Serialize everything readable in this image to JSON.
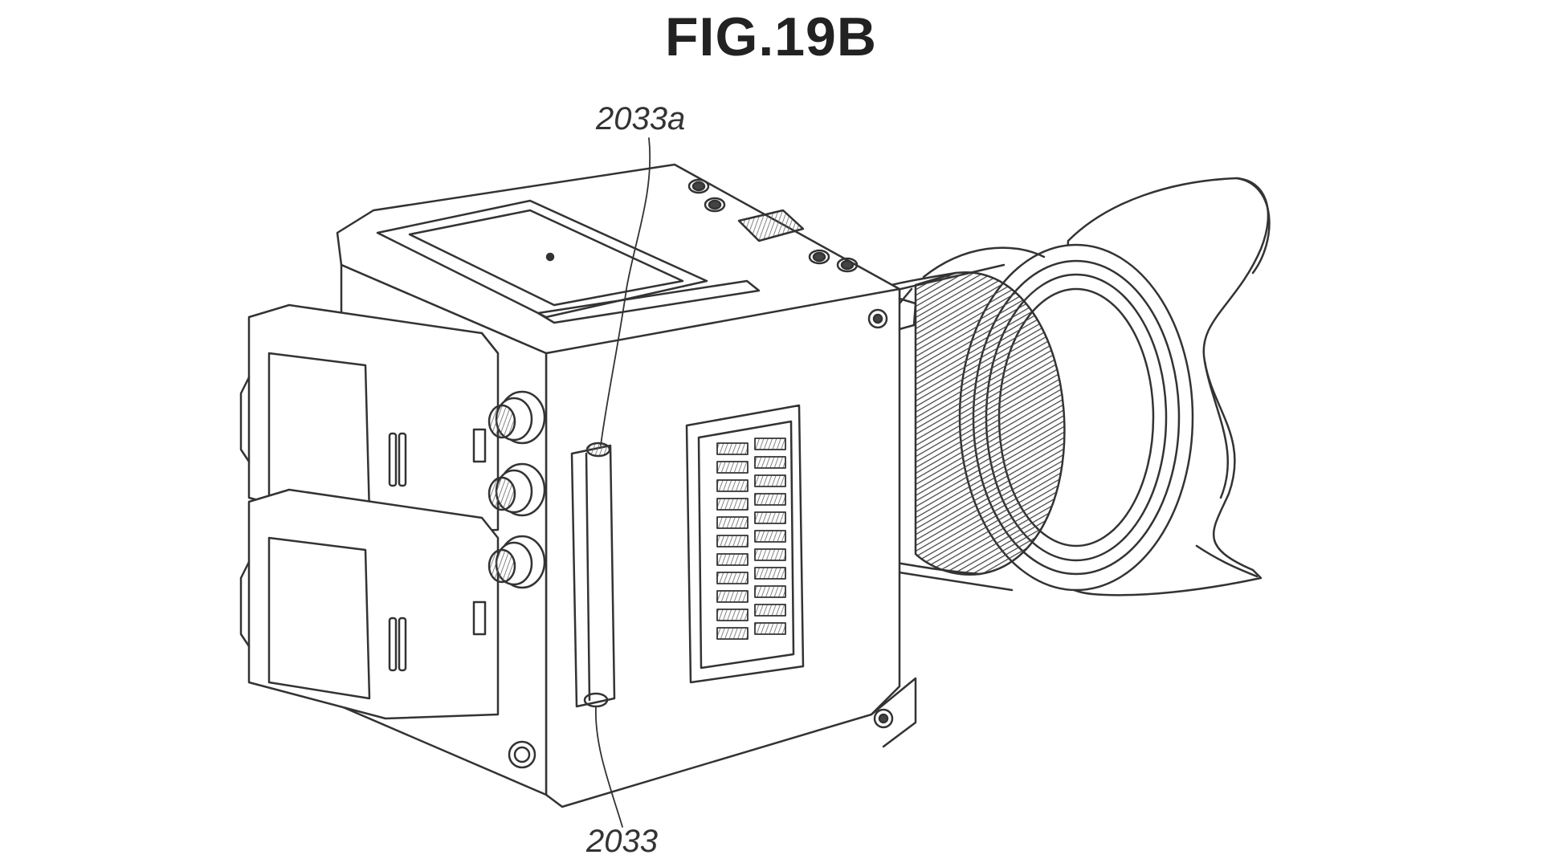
{
  "figure": {
    "title": "FIG.19B",
    "reference_labels": {
      "top": "2033a",
      "bottom": "2033"
    }
  },
  "icons": {
    "camera": "camera-body-icon",
    "lens": "lens-icon",
    "lens_hood": "lens-hood-icon",
    "battery": "battery-pack-icon",
    "connector": "bnc-connector-icon",
    "vent": "vent-grille-icon",
    "handle_slot": "grip-slot-icon"
  },
  "colors": {
    "line": "#333333",
    "hatch": "#555555",
    "background": "#ffffff"
  }
}
